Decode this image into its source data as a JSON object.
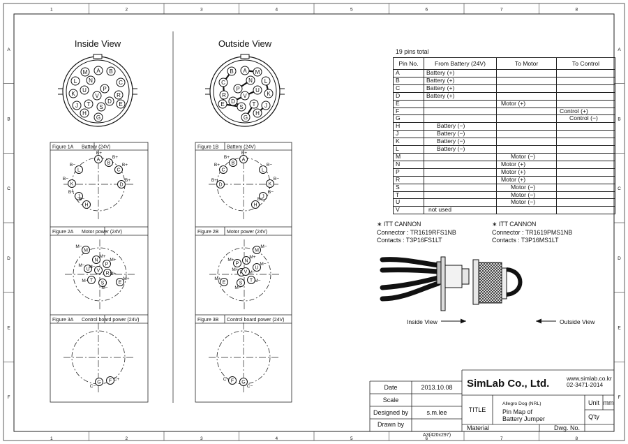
{
  "border": {
    "columns": [
      "1",
      "2",
      "3",
      "4",
      "5",
      "6",
      "7",
      "8"
    ],
    "rows": [
      "A",
      "B",
      "C",
      "D",
      "E",
      "F"
    ]
  },
  "views": {
    "inside_title": "Inside View",
    "outside_title": "Outside View",
    "inside_pins": [
      "M",
      "A",
      "B",
      "L",
      "N",
      "C",
      "U",
      "P",
      "K",
      "V",
      "R",
      "D",
      "J",
      "T",
      "S",
      "E",
      "H",
      "G"
    ],
    "outside_pins": [
      "A",
      "M",
      "B",
      "N",
      "L",
      "P",
      "C",
      "U",
      "K",
      "R",
      "V",
      "D",
      "S",
      "J",
      "E",
      "T",
      "H",
      "G"
    ]
  },
  "figures": {
    "f1a": {
      "id": "Figure 1A",
      "desc": "Battery (24V)",
      "pins": [
        "A",
        "B",
        "L",
        "C",
        "K",
        "D",
        "J",
        "H"
      ],
      "signs": [
        "B+",
        "B+",
        "B−",
        "B+",
        "B−",
        "B+",
        "B−",
        "B−"
      ]
    },
    "f1b": {
      "id": "Figure 1B",
      "desc": "Battery (24V)",
      "pins": [
        "A",
        "B",
        "L",
        "C",
        "K",
        "D",
        "J",
        "H"
      ],
      "signs": [
        "B+",
        "B+",
        "B−",
        "B+",
        "B−",
        "B+",
        "B−",
        "B−"
      ]
    },
    "f2a": {
      "id": "Figure 2A",
      "desc": "Motor power (24V)",
      "pins": [
        "M",
        "N",
        "U",
        "P",
        "R",
        "V",
        "T",
        "S",
        "E"
      ],
      "signs": [
        "M−",
        "M+",
        "M−",
        "M+",
        "M+",
        "M−",
        "M−",
        "M−",
        "M+"
      ]
    },
    "f2b": {
      "id": "Figure 2B",
      "desc": "Motor power (24V)",
      "pins": [
        "M",
        "N",
        "P",
        "U",
        "R",
        "V",
        "E",
        "T",
        "S"
      ],
      "signs": [
        "M−",
        "M+",
        "M+",
        "M−",
        "M+",
        "M−",
        "M+",
        "M−",
        "M−"
      ]
    },
    "f3a": {
      "id": "Figure 3A",
      "desc": "Control board power (24V)",
      "pins": [
        "G",
        "F"
      ],
      "signs": [
        "C−",
        "C+"
      ]
    },
    "f3b": {
      "id": "Figure 3B",
      "desc": "Control board power (24V)",
      "pins": [
        "F",
        "G"
      ],
      "signs": [
        "C+",
        "C−"
      ]
    }
  },
  "pin_table": {
    "caption": "19 pins total",
    "headers": [
      "Pin No.",
      "From Battery (24V)",
      "To Motor",
      "To Control"
    ],
    "rows": [
      {
        "pin": "A",
        "battery": "Battery (+)",
        "motor": "",
        "control": ""
      },
      {
        "pin": "B",
        "battery": "Battery (+)",
        "motor": "",
        "control": ""
      },
      {
        "pin": "C",
        "battery": "Battery (+)",
        "motor": "",
        "control": ""
      },
      {
        "pin": "D",
        "battery": "Battery (+)",
        "motor": "",
        "control": ""
      },
      {
        "pin": "E",
        "battery": "",
        "motor": "Motor (+)",
        "control": ""
      },
      {
        "pin": "F",
        "battery": "",
        "motor": "",
        "control": "Control (+)"
      },
      {
        "pin": "G",
        "battery": "",
        "motor": "",
        "control": "Control (−)"
      },
      {
        "pin": "H",
        "battery": "Battery (−)",
        "motor": "",
        "control": ""
      },
      {
        "pin": "J",
        "battery": "Battery (−)",
        "motor": "",
        "control": ""
      },
      {
        "pin": "K",
        "battery": "Battery (−)",
        "motor": "",
        "control": ""
      },
      {
        "pin": "L",
        "battery": "Battery (−)",
        "motor": "",
        "control": ""
      },
      {
        "pin": "M",
        "battery": "",
        "motor": "Motor (−)",
        "control": ""
      },
      {
        "pin": "N",
        "battery": "",
        "motor": "Motor (+)",
        "control": ""
      },
      {
        "pin": "P",
        "battery": "",
        "motor": "Motor (+)",
        "control": ""
      },
      {
        "pin": "R",
        "battery": "",
        "motor": "Motor (+)",
        "control": ""
      },
      {
        "pin": "S",
        "battery": "",
        "motor": "Motor (−)",
        "control": ""
      },
      {
        "pin": "T",
        "battery": "",
        "motor": "Motor (−)",
        "control": ""
      },
      {
        "pin": "U",
        "battery": "",
        "motor": "Motor (−)",
        "control": ""
      },
      {
        "pin": "V",
        "battery": "not used",
        "motor": "",
        "control": ""
      }
    ]
  },
  "connectors": {
    "left": {
      "maker": "∗ ITT CANNON",
      "connector": "Connector : TR1619RFS1NB",
      "contacts": "Contacts : T3P16FS1LT"
    },
    "right": {
      "maker": "∗ ITT CANNON",
      "connector": "Connector : TR1619PMS1NB",
      "contacts": "Contacts : T3P16MS1LT"
    },
    "inside_label": "Inside View",
    "outside_label": "Outside View"
  },
  "title_block": {
    "company": "SimLab Co., Ltd.",
    "website": "www.simlab.co.kr",
    "phone": "02-3471-2014",
    "date_label": "Date",
    "date_value": "2013.10.08",
    "scale_label": "Scale",
    "designed_label": "Designed by",
    "designed_value": "s.m.lee",
    "drawn_label": "Drawn by",
    "title_label": "TITLE",
    "title_sub": "Allegro Dog (NRL)",
    "title_line1": "Pin Map of",
    "title_line2": "Battery Jumper",
    "unit_label": "Unit",
    "unit_value": "mm",
    "qty_label": "Q'ty",
    "material_label": "Material",
    "dwg_label": "Dwg. No.",
    "sheet_size": "A3(420x297)"
  }
}
